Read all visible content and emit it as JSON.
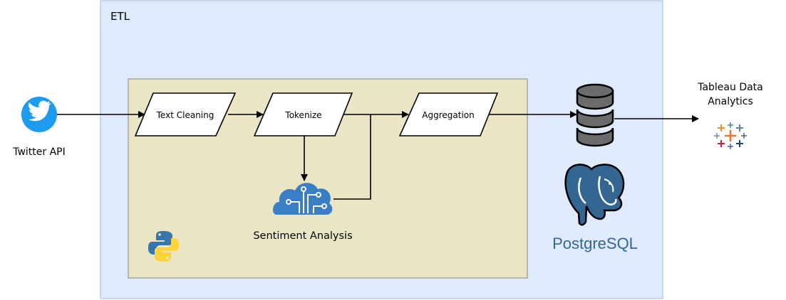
{
  "etl_title": "ETL",
  "source": {
    "label": "Twitter API",
    "icon": "twitter-bird-icon"
  },
  "steps": {
    "text_cleaning": "Text Cleaning",
    "tokenize": "Tokenize",
    "aggregation": "Aggregation"
  },
  "sentiment": {
    "label": "Sentiment Analysis",
    "icon": "brain-circuit-cloud-icon"
  },
  "storage": {
    "logo_text": "PostgreSQL",
    "icon": "database-cylinder-icon"
  },
  "target": {
    "label_line1": "Tableau Data",
    "label_line2": "Analytics",
    "icon": "tableau-logo-icon"
  },
  "python_icon": "python-logo-icon",
  "colors": {
    "etl_box_fill": "#dfeafc",
    "etl_box_stroke": "#b9cde6",
    "python_box_fill": "#eae6c5",
    "python_box_stroke": "#a9a89d",
    "twitter_blue": "#1d9bf0",
    "azure_blue": "#3a7ec6",
    "postgres_blue": "#336791",
    "db_gray": "#6b6b6b"
  }
}
